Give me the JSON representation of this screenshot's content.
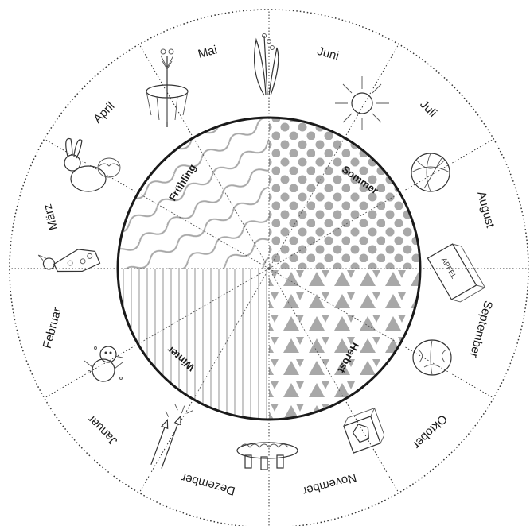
{
  "seasons": [
    {
      "name": "Frühling",
      "pattern": "waves"
    },
    {
      "name": "Sommer",
      "pattern": "dots"
    },
    {
      "name": "Herbst",
      "pattern": "triangles"
    },
    {
      "name": "Winter",
      "pattern": "vertical-lines"
    }
  ],
  "months": [
    {
      "name": "Mai",
      "icon": "maypole-icon"
    },
    {
      "name": "Juni",
      "icon": "lily-of-the-valley-icon"
    },
    {
      "name": "Juli",
      "icon": "sun-icon"
    },
    {
      "name": "August",
      "icon": "beach-ball-icon"
    },
    {
      "name": "September",
      "icon": "apple-juice-carton-icon"
    },
    {
      "name": "Oktober",
      "icon": "walnut-icon"
    },
    {
      "name": "November",
      "icon": "lantern-icon"
    },
    {
      "name": "Dezember",
      "icon": "advent-wreath-icon"
    },
    {
      "name": "Januar",
      "icon": "fireworks-icon"
    },
    {
      "name": "Februar",
      "icon": "snowman-icon"
    },
    {
      "name": "März",
      "icon": "carnival-clown-icon"
    },
    {
      "name": "April",
      "icon": "easter-bunny-icon"
    }
  ],
  "colors": {
    "ink": "#1a1a1a",
    "pattern": "#a8a8a8",
    "divider": "#333333"
  }
}
